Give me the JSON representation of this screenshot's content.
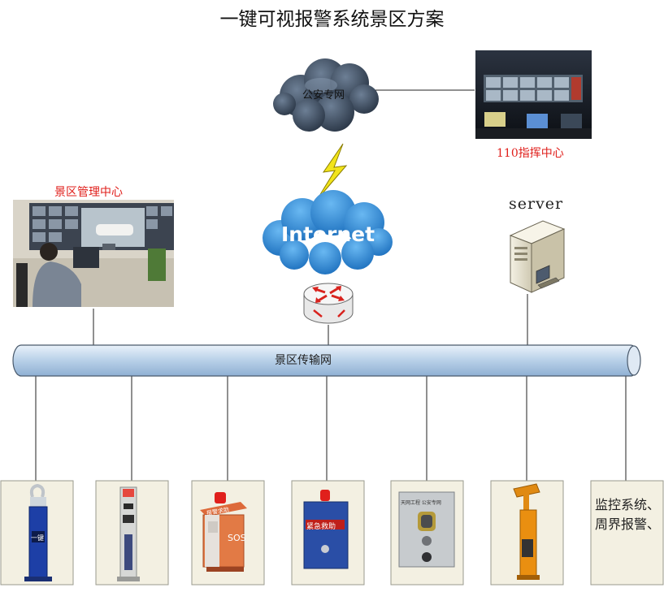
{
  "title": "一键可视报警系统景区方案",
  "nodes": {
    "police_network": "公安专网",
    "command_center": "110指挥中心",
    "internet": "Internet",
    "management_center": "景区管理中心",
    "server": "server",
    "transmission_network": "景区传输网",
    "surveillance_text": "监控系统、周界报警、"
  },
  "device_icons": [
    "pillar-alarm-terminal-icon",
    "column-emergency-station-icon",
    "sos-alarm-box-icon",
    "emergency-help-box-icon",
    "wall-intercom-panel-icon",
    "orange-solar-pole-alarm-icon"
  ],
  "device_captions": {
    "pillar_screen_text": "一键",
    "emergency_text": "紧急救助",
    "sos_text": "SOS",
    "sos_top_text": "报警求助",
    "intercom_text": "天网工程 公安专网"
  },
  "colors": {
    "red_label": "#e0201c",
    "bus": "#bcd3ea",
    "device_bg": "#f3f0e2",
    "cloud_dark": "#3a4a5e",
    "cloud_blue": "#2f86d2",
    "lightning": "#f2e41a"
  }
}
